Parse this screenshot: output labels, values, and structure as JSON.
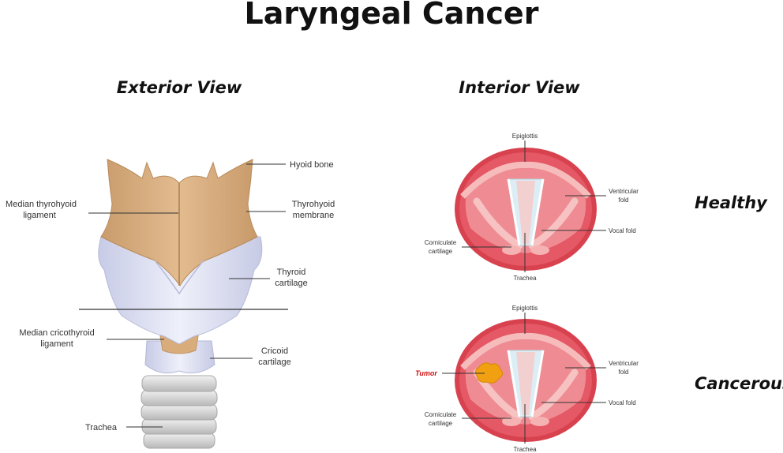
{
  "title": "Laryngeal Cancer",
  "exterior": {
    "heading": "Exterior View",
    "labels": {
      "hyoid_bone": "Hyoid bone",
      "median_thyrohyoid_1": "Median thyrohyoid",
      "median_thyrohyoid_2": "ligament",
      "thyrohyoid_membrane_1": "Thyrohyoid",
      "thyrohyoid_membrane_2": "membrane",
      "thyroid_cartilage_1": "Thyroid",
      "thyroid_cartilage_2": "cartilage",
      "median_cricothyroid_1": "Median cricothyroid",
      "median_cricothyroid_2": "ligament",
      "cricoid_cartilage_1": "Cricoid",
      "cricoid_cartilage_2": "cartilage",
      "trachea": "Trachea"
    }
  },
  "interior": {
    "heading": "Interior View",
    "healthy": {
      "status": "Healthy",
      "epiglottis": "Epiglottis",
      "ventricular_fold_1": "Ventricular",
      "ventricular_fold_2": "fold",
      "vocal_fold": "Vocal fold",
      "corniculate_1": "Corniculate",
      "corniculate_2": "cartilage",
      "trachea": "Trachea"
    },
    "cancerous": {
      "status": "Cancerous",
      "epiglottis": "Epiglottis",
      "tumor": "Tumor",
      "ventricular_fold_1": "Ventricular",
      "ventricular_fold_2": "fold",
      "vocal_fold": "Vocal fold",
      "corniculate_1": "Corniculate",
      "corniculate_2": "cartilage",
      "trachea": "Trachea"
    }
  },
  "colors": {
    "thyroid_tan": "#d8ad7f",
    "cartilage_lavender": "#dde0f2",
    "trachea_gray": "#d4d4d4",
    "larynx_outer": "#e0505e",
    "larynx_inner": "#f08f96",
    "fold_pink": "#f5b5b5",
    "glottis_blue": "#dceef5",
    "tumor_orange": "#f0a010"
  }
}
